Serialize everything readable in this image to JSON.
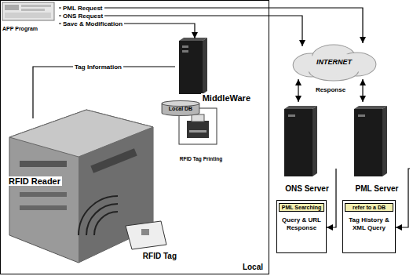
{
  "diagram": {
    "nodes": [
      {
        "text": [
          "Local"
        ]
      },
      {
        "text": [
          "APP Program"
        ],
        "in": 0
      },
      {
        "text": [
          "MiddleWare"
        ],
        "in": 0
      },
      {
        "text": [
          "Local DB"
        ],
        "in": 0
      },
      {
        "text": [
          "RFID Tag Printing"
        ],
        "in": 0
      },
      {
        "text": [
          "RFID Reader"
        ],
        "in": 0
      },
      {
        "text": [
          "RFID Tag"
        ],
        "in": 0
      },
      {
        "text": [
          "INTERNET"
        ]
      },
      {
        "text": [
          "ONS Server"
        ]
      },
      {
        "text": [
          "PML Server"
        ]
      },
      {
        "text": [
          "PML Searching",
          "Query & URL Response"
        ]
      },
      {
        "text": [
          "refer to a DB",
          "Tag History & XML Query"
        ]
      }
    ],
    "edges": [
      {
        "from": 1,
        "to": 7,
        "label": "PML Request",
        "arrow": "to"
      },
      {
        "from": 1,
        "to": 7,
        "label": "ONS Request",
        "arrow": "to"
      },
      {
        "from": 1,
        "to": 2,
        "label": "Save & Modification",
        "arrow": "to"
      },
      {
        "from": 5,
        "to": 2,
        "label": "Tag Information",
        "arrow": "none"
      },
      {
        "from": 7,
        "to": 8,
        "arrow": "both"
      },
      {
        "from": 7,
        "to": 9,
        "arrow": "both"
      },
      {
        "from": 8,
        "to": 10,
        "arrow": "to"
      },
      {
        "from": 9,
        "to": 11,
        "arrow": "to"
      }
    ],
    "labels": [
      "Response"
    ]
  }
}
